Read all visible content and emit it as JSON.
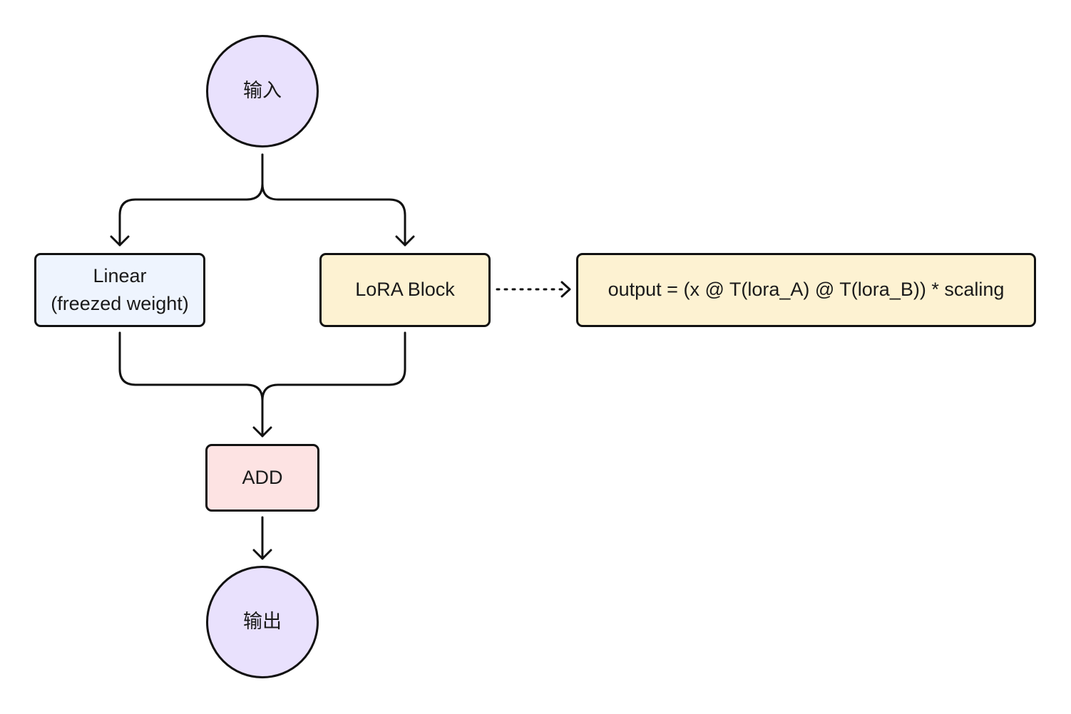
{
  "nodes": {
    "input": {
      "label": "输入",
      "fill": "#e9e1fd"
    },
    "linear": {
      "line1": "Linear",
      "line2": "(freezed weight)",
      "fill": "#eef4fe"
    },
    "lora": {
      "label": "LoRA Block",
      "fill": "#fdf2d2"
    },
    "formula": {
      "label": "output = (x @ T(lora_A) @ T(lora_B)) * scaling",
      "fill": "#fdf2d2"
    },
    "add": {
      "label": "ADD",
      "fill": "#fde3e3"
    },
    "output": {
      "label": "输出",
      "fill": "#e9e1fd"
    }
  },
  "edges": [
    {
      "from": "input",
      "to": "linear",
      "style": "solid"
    },
    {
      "from": "input",
      "to": "lora",
      "style": "solid"
    },
    {
      "from": "linear",
      "to": "add",
      "style": "solid"
    },
    {
      "from": "lora",
      "to": "add",
      "style": "solid"
    },
    {
      "from": "add",
      "to": "output",
      "style": "solid"
    },
    {
      "from": "lora",
      "to": "formula",
      "style": "dotted"
    }
  ],
  "colors": {
    "stroke": "#111111",
    "text": "#1a1a1a"
  }
}
